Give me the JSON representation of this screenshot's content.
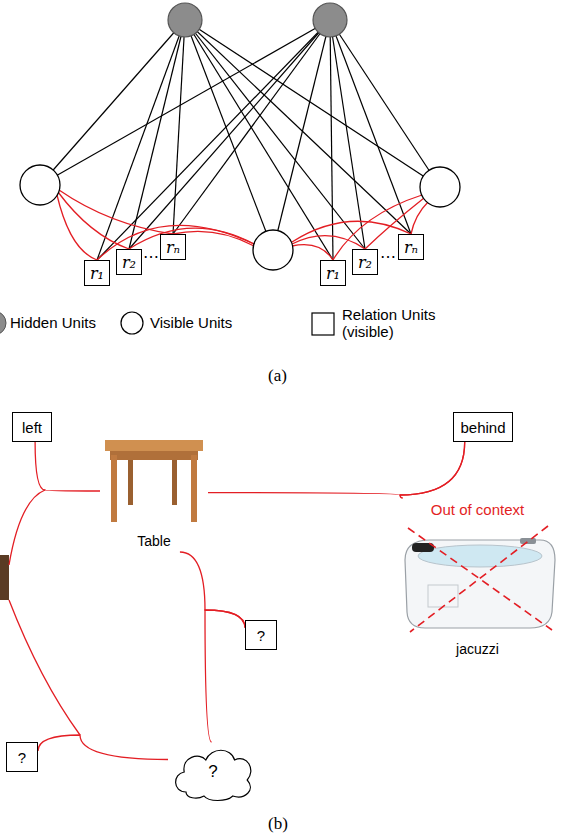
{
  "diagram": {
    "nodes": [
      {
        "text": [
          "r₁"
        ]
      },
      {
        "text": [
          "r₂"
        ]
      },
      {
        "text": [
          "rₙ"
        ]
      },
      {
        "text": [
          "r₁"
        ]
      },
      {
        "text": [
          "r₂"
        ]
      },
      {
        "text": [
          "rₙ"
        ]
      },
      {
        "text": [
          "left"
        ]
      },
      {
        "text": [
          "Table"
        ]
      },
      {
        "text": [
          "behind"
        ]
      },
      {
        "text": [
          "Out of context",
          "jacuzzi"
        ]
      },
      {
        "text": [
          "?"
        ]
      },
      {
        "text": [
          "?"
        ]
      },
      {
        "text": [
          "?"
        ]
      }
    ],
    "edges": [
      {
        "from": 6,
        "to": 7,
        "arrow": "none"
      },
      {
        "from": 8,
        "to": 7,
        "arrow": "none"
      },
      {
        "from": 8,
        "to": 9,
        "arrow": "none"
      },
      {
        "from": 10,
        "to": 7,
        "arrow": "none"
      },
      {
        "from": 10,
        "to": 12,
        "arrow": "none"
      },
      {
        "from": 11,
        "to": 12,
        "arrow": "none"
      }
    ],
    "labels": [
      "⋯",
      "⋯",
      "(a)",
      "(b)"
    ],
    "legend": [
      {
        "text": "Hidden Units"
      },
      {
        "text": "Visible Units"
      },
      {
        "text": "Relation Units (visible)"
      }
    ]
  }
}
